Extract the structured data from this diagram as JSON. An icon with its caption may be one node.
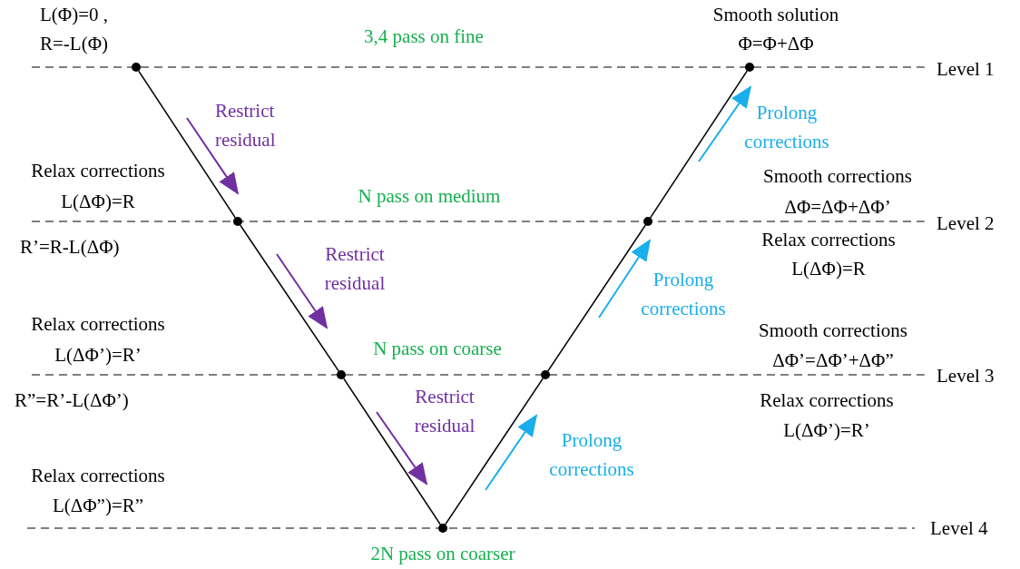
{
  "diagram": {
    "nodes": [
      {
        "text": [],
        "shape": "circle"
      },
      {
        "text": [],
        "shape": "circle"
      },
      {
        "text": [],
        "shape": "circle"
      },
      {
        "text": [],
        "shape": "circle"
      },
      {
        "text": [],
        "shape": "circle"
      },
      {
        "text": [],
        "shape": "circle"
      },
      {
        "text": [],
        "shape": "circle"
      }
    ],
    "edges": [
      {
        "from": 0,
        "to": 1,
        "arrow": "none"
      },
      {
        "from": 1,
        "to": 2,
        "arrow": "none"
      },
      {
        "from": 2,
        "to": 3,
        "arrow": "none"
      },
      {
        "from": 3,
        "to": 4,
        "arrow": "none"
      },
      {
        "from": 4,
        "to": 5,
        "arrow": "none"
      },
      {
        "from": 5,
        "to": 6,
        "arrow": "none"
      }
    ],
    "labels": [
      "L(Φ)=0 ,",
      "R=-L(Φ)",
      "3,4 pass on fine",
      "Smooth solution",
      "Φ=Φ+ΔΦ",
      "Level 1",
      "Restrict residual",
      "Prolong corrections",
      "Relax corrections",
      "L(ΔΦ)=R",
      "N pass on medium",
      "Smooth corrections",
      "ΔΦ=ΔΦ+ΔΦ’",
      "Level 2",
      "R’=R-L(ΔΦ)",
      "Relax corrections",
      "L(ΔΦ)=R",
      "Restrict residual",
      "Prolong corrections",
      "Relax corrections",
      "L(ΔΦ’)=R’",
      "N pass on coarse",
      "Smooth corrections",
      "ΔΦ’=ΔΦ’+ΔΦ”",
      "Level 3",
      "R”=R’-L(ΔΦ’)",
      "Restrict residual",
      "Relax corrections",
      "L(ΔΦ’)=R’",
      "Prolong corrections",
      "Relax corrections",
      "L(ΔΦ”)=R”",
      "Level 4",
      "2N pass on coarser"
    ]
  }
}
